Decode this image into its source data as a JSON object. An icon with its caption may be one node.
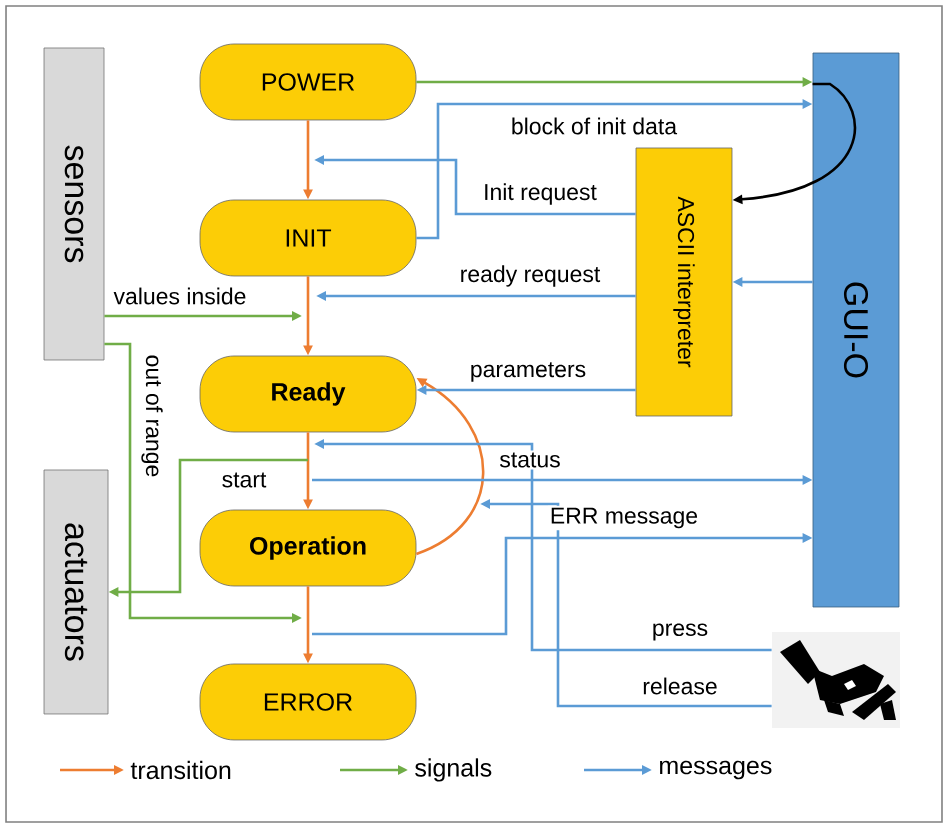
{
  "diagram": {
    "nodes": [
      {
        "text": [
          "sensors"
        ]
      },
      {
        "text": [
          "POWER"
        ]
      },
      {
        "text": [
          "INIT"
        ]
      },
      {
        "text": [
          "Ready"
        ]
      },
      {
        "text": [
          "Operation"
        ]
      },
      {
        "text": [
          "ERROR"
        ]
      },
      {
        "text": [
          "actuators"
        ]
      },
      {
        "text": [
          "ASCII interpreter"
        ]
      },
      {
        "text": [
          "GUI-O"
        ]
      },
      {
        "text": [],
        "shape": "picture"
      }
    ],
    "edges": [
      {
        "from": 1,
        "to": 2,
        "arrow": "to",
        "color": "#ed7d31"
      },
      {
        "from": 2,
        "to": 3,
        "arrow": "to",
        "color": "#ed7d31"
      },
      {
        "from": 3,
        "to": 4,
        "arrow": "to",
        "color": "#ed7d31"
      },
      {
        "from": 4,
        "to": 5,
        "arrow": "to",
        "color": "#ed7d31"
      },
      {
        "from": 4,
        "to": 3,
        "arrow": "to",
        "color": "#ed7d31"
      },
      {
        "from": 1,
        "to": 8,
        "arrow": "to",
        "color": "#70ad47"
      },
      {
        "from": 0,
        "to": 3,
        "arrow": "to",
        "label": "values inside",
        "color": "#70ad47"
      },
      {
        "from": 0,
        "to": 4,
        "arrow": "to",
        "label": "out of range",
        "color": "#70ad47"
      },
      {
        "from": 3,
        "to": 6,
        "arrow": "to",
        "label": "start",
        "color": "#70ad47"
      },
      {
        "from": 2,
        "to": 8,
        "arrow": "to",
        "label": "block of init data"
      },
      {
        "from": 8,
        "to": 7,
        "arrow": "to",
        "color": "#000000"
      },
      {
        "from": 7,
        "to": 2,
        "arrow": "to",
        "label": "Init request"
      },
      {
        "from": 8,
        "to": 7,
        "arrow": "to"
      },
      {
        "from": 7,
        "to": 2,
        "arrow": "to",
        "label": "ready request"
      },
      {
        "from": 7,
        "to": 3,
        "arrow": "to",
        "label": "parameters"
      },
      {
        "from": 4,
        "to": 8,
        "arrow": "to",
        "label": "status"
      },
      {
        "from": 5,
        "to": 8,
        "arrow": "to",
        "label": "ERR message"
      },
      {
        "from": 9,
        "to": 3,
        "arrow": "to",
        "label": "press"
      },
      {
        "from": 9,
        "to": null,
        "arrow": "to",
        "label": "release"
      }
    ],
    "legend": [
      {
        "text": "transition"
      },
      {
        "text": "signals"
      },
      {
        "text": "messages"
      }
    ]
  }
}
